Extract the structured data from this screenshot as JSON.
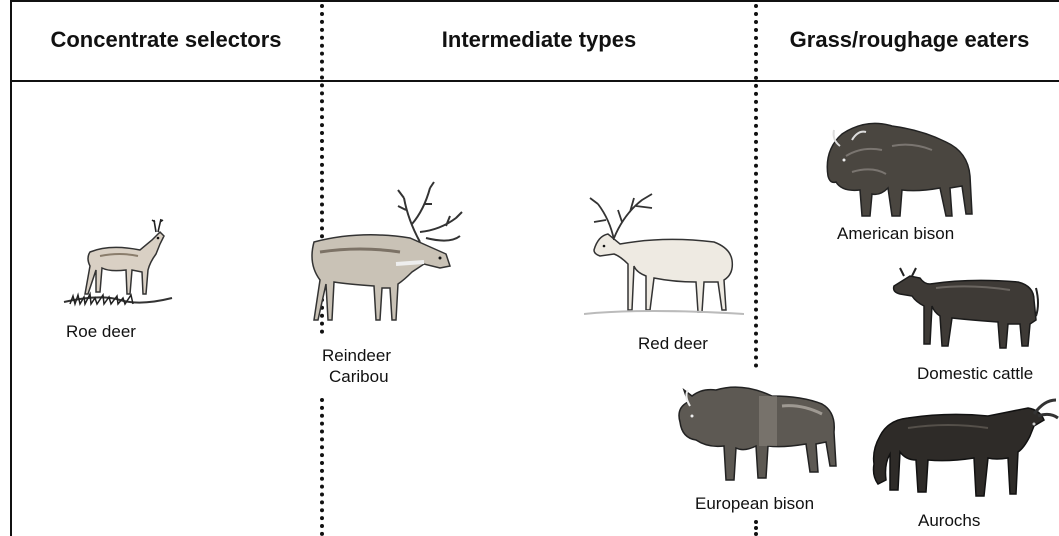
{
  "columns": {
    "concentrate": "Concentrate selectors",
    "intermediate": "Intermediate types",
    "grass": "Grass/roughage eaters"
  },
  "animals": {
    "roe_deer": "Roe deer",
    "reindeer": "Reindeer",
    "caribou": "Caribou",
    "red_deer": "Red deer",
    "american_bison": "American bison",
    "domestic_cattle": "Domestic cattle",
    "european_bison": "European bison",
    "aurochs": "Aurochs"
  }
}
